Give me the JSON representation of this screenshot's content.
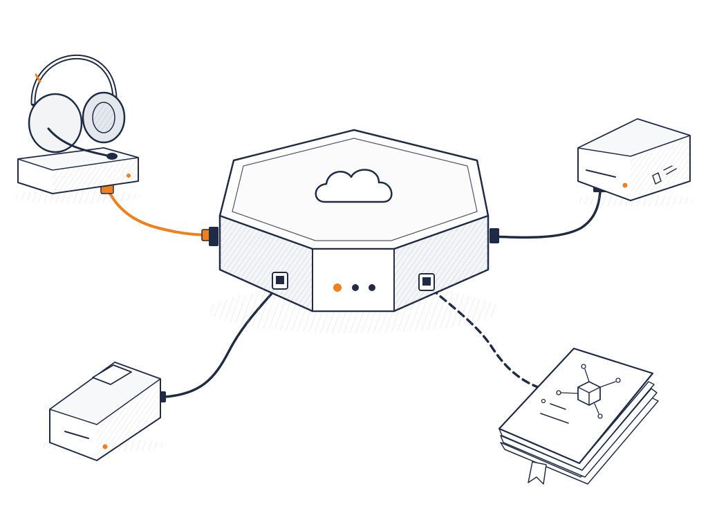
{
  "colors": {
    "ink": "#1f2b45",
    "accent": "#f07f1e",
    "paper": "#ffffff",
    "shade": "#eef0f3"
  },
  "hub": {
    "icon": "cloud-icon",
    "status_lights": [
      "orange",
      "navy",
      "navy"
    ]
  },
  "nodes": [
    {
      "name": "headset-station",
      "icon": "headset-icon",
      "link": "solid-orange"
    },
    {
      "name": "server-box",
      "icon": "server-box-icon",
      "link": "solid-navy"
    },
    {
      "name": "keypad-device",
      "icon": "keypad-icon",
      "link": "solid-navy"
    },
    {
      "name": "documentation-book",
      "icon": "cube-network-icon",
      "link": "dashed-navy"
    }
  ]
}
